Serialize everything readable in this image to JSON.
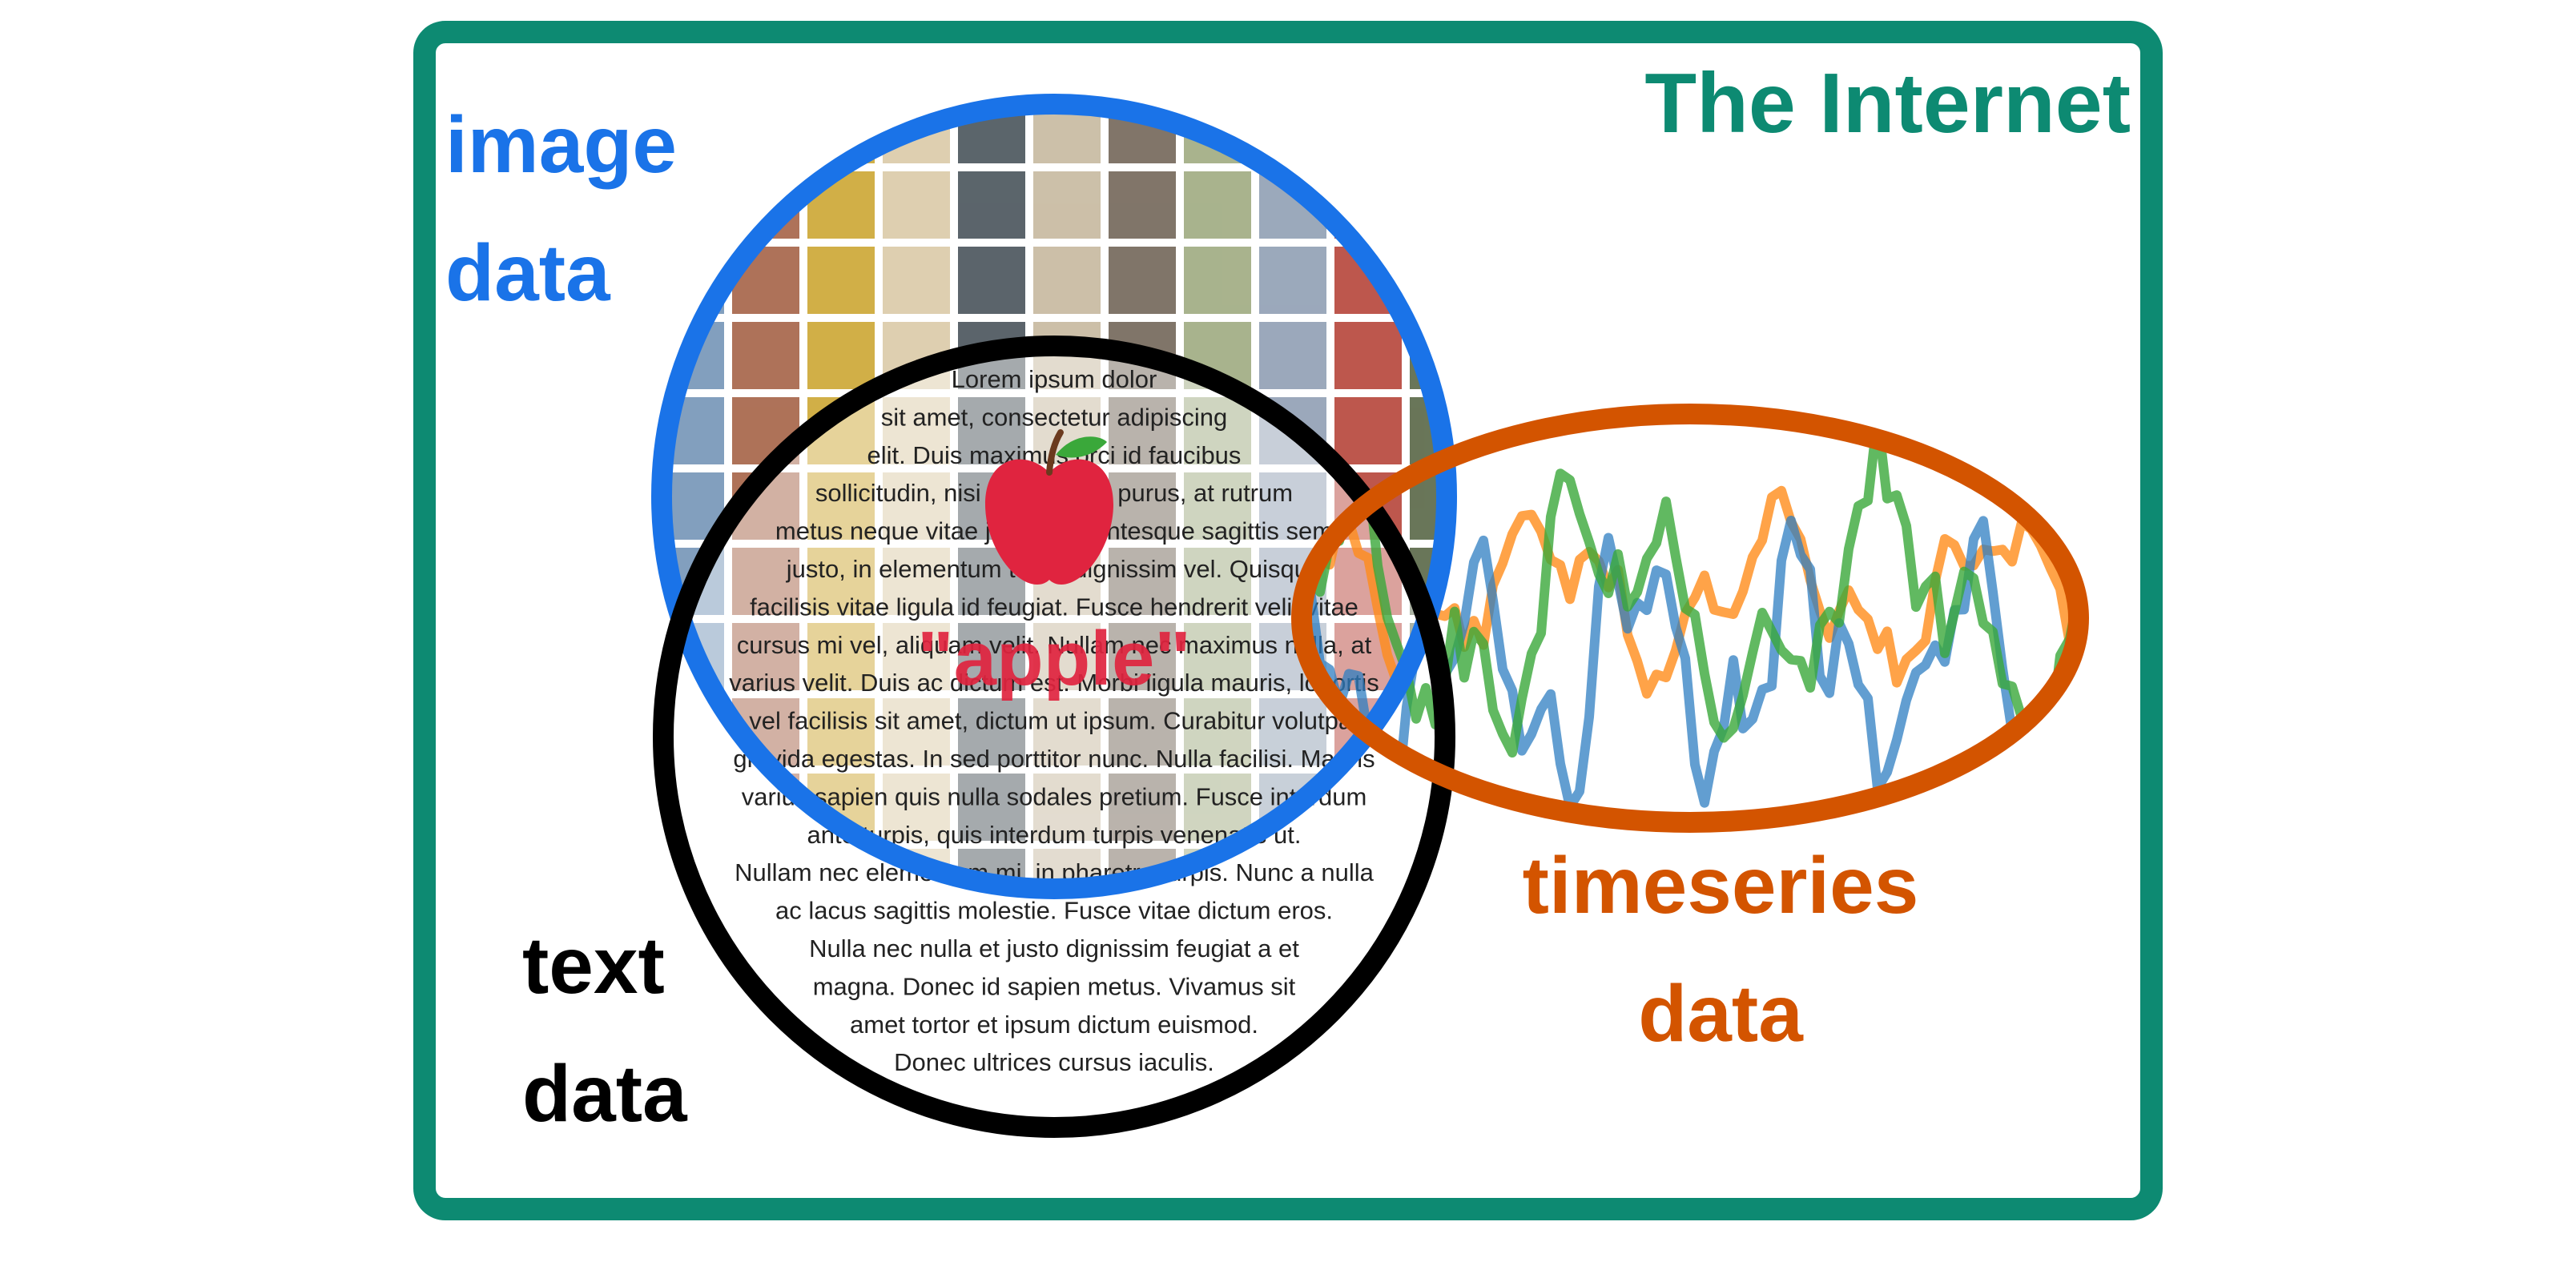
{
  "frame": {
    "title": "The Internet",
    "color": "#0d8a72"
  },
  "image_set": {
    "label_line1": "image",
    "label_line2": "data",
    "color": "#1a73e8",
    "thumbnail_colors": [
      "#8b7d6b",
      "#c9a227",
      "#b23a2e",
      "#6d8fb3",
      "#9aa67a",
      "#5d4a3a",
      "#c4b59a",
      "#7a8e9e",
      "#d9c7a3",
      "#4f5e3c",
      "#a05a3c",
      "#8a9ab0",
      "#e0d2b8",
      "#6b5d4f",
      "#b5a489",
      "#3f4a52"
    ]
  },
  "text_set": {
    "label_line1": "text",
    "label_line2": "data",
    "color": "#000000",
    "lorem_lines": [
      "Lorem ipsum dolor",
      "sit amet, consectetur adipiscing",
      "elit. Duis maximus orci id faucibus",
      "sollicitudin, nisi nibh auctor purus, at rutrum",
      "metus neque vitae justo. Pellentesque sagittis sem",
      "justo, in elementum tortor dignissim vel. Quisque",
      "facilisis vitae ligula id feugiat. Fusce hendrerit velit vitae",
      "cursus mi vel, aliquam velit. Nullam nec maximus nulla, at",
      "varius velit. Duis ac dictum est. Morbi ligula mauris, lobortis",
      "vel facilisis sit amet, dictum ut ipsum. Curabitur volutpat",
      "gravida egestas. In sed porttitor nunc. Nulla facilisi. Mauris",
      "varius sapien quis nulla sodales pretium. Fusce interdum",
      "ante turpis, quis interdum turpis venenatis ut.",
      "Nullam nec elementum mi, in pharetra turpis. Nunc a nulla",
      "ac lacus sagittis molestie. Fusce vitae dictum eros.",
      "Nulla nec nulla et justo dignissim feugiat a et",
      "magna. Donec id sapien metus. Vivamus sit",
      "amet tortor et ipsum dictum euismod.",
      "Donec ultrices cursus iaculis."
    ]
  },
  "timeseries_set": {
    "label_line1": "timeseries",
    "label_line2": "data",
    "color": "#d35400",
    "series_colors": [
      "#ff8c1a",
      "#2e7ec2",
      "#3aa83a"
    ]
  },
  "overlap": {
    "word": "\"apple\"",
    "word_color": "#e0243f",
    "icon": "apple-icon",
    "icon_color": "#e0243f"
  }
}
